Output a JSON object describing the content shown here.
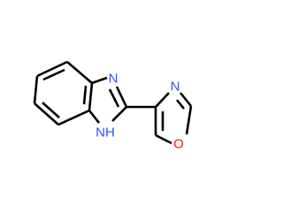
{
  "molecule": {
    "atoms": [
      {
        "id": "N3",
        "label": "N",
        "color": "#3050F8"
      },
      {
        "id": "N1",
        "label": "NH",
        "color": "#3050F8"
      },
      {
        "id": "N3p",
        "label": "N",
        "color": "#3050F8"
      },
      {
        "id": "O1p",
        "label": "O",
        "color": "#FF0D0D"
      }
    ]
  }
}
